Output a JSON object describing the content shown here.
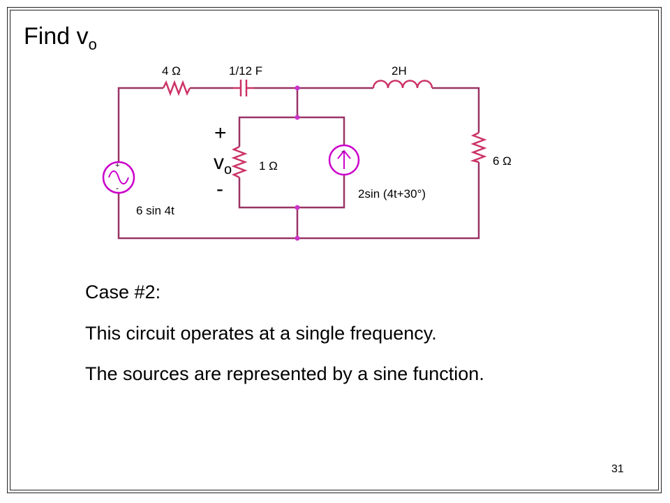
{
  "slide": {
    "title_main": "Find v",
    "title_sub": "o",
    "page_number": "31"
  },
  "circuit": {
    "r1_label": "4 Ω",
    "c_label": "1/12 F",
    "l_label": "2H",
    "r6_label": "6 Ω",
    "r1ohm_label": "1 Ω",
    "vsource_label": "6 sin 4t",
    "isource_label": "2sin (4t+30°)",
    "vo_plus": "+",
    "vo_main": "v",
    "vo_sub": "o",
    "vo_minus": "-",
    "source_plus": "+",
    "source_minus": "-",
    "isource_minus": "-",
    "wire_color": "#993366",
    "node_color": "#cc33cc",
    "source_color": "#cc00cc"
  },
  "body": {
    "line1": "Case #2:",
    "line2": "This circuit operates at a single frequency.",
    "line3": "The sources are represented by a sine function."
  }
}
